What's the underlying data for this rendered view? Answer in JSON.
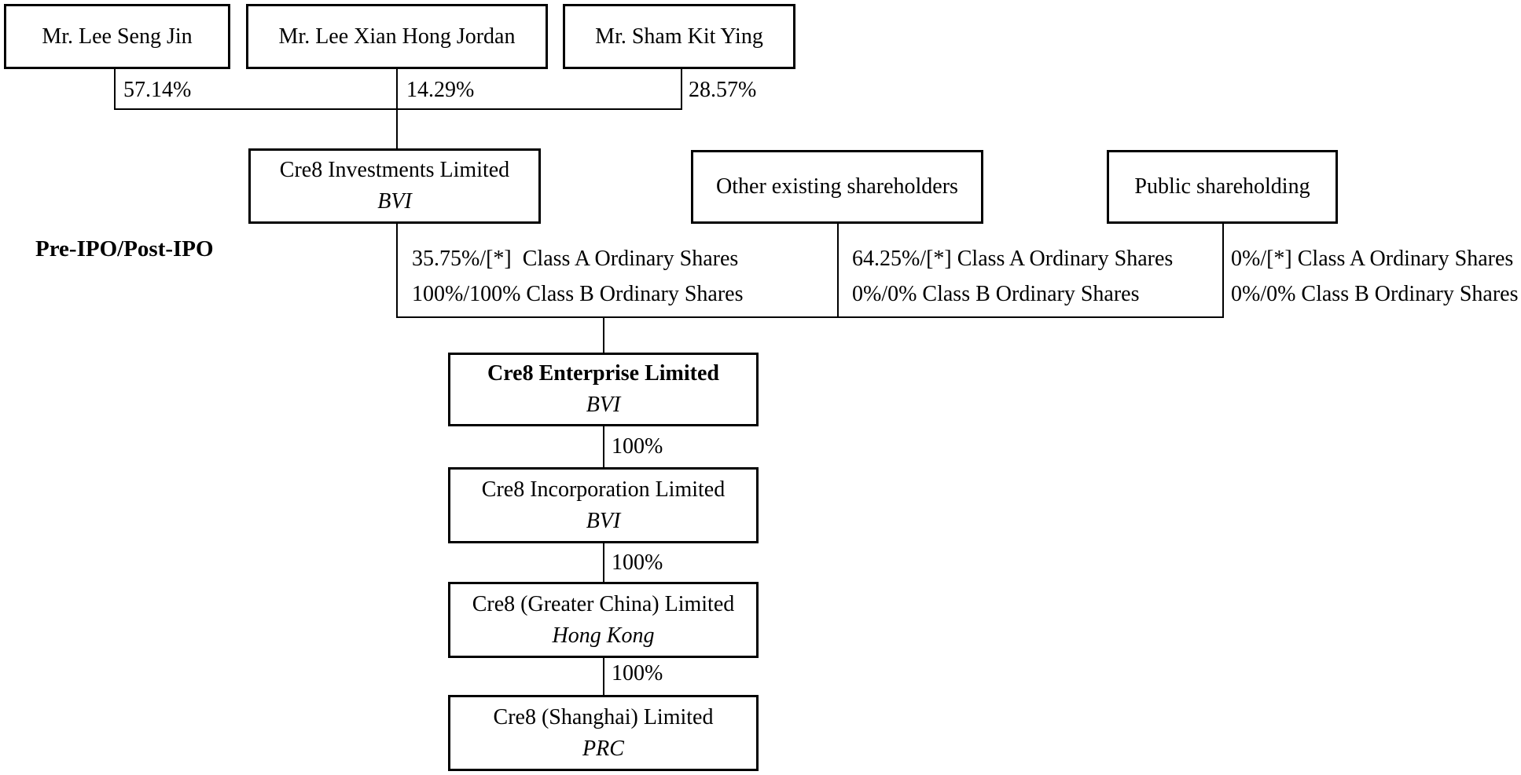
{
  "people": [
    {
      "name": "Mr. Lee Seng Jin",
      "ownership": "57.14%"
    },
    {
      "name": "Mr. Lee Xian Hong Jordan",
      "ownership": "14.29%"
    },
    {
      "name": "Mr. Sham Kit Ying",
      "ownership": "28.57%"
    }
  ],
  "pre_post_ipo_label": "Pre-IPO/Post-IPO",
  "shareholders": [
    {
      "name": "Cre8 Investments Limited",
      "jurisdiction": "BVI",
      "class_a": "35.75%/[*]  Class A Ordinary Shares",
      "class_b": "100%/100% Class B Ordinary Shares"
    },
    {
      "name": "Other existing shareholders",
      "class_a": "64.25%/[*] Class A Ordinary Shares",
      "class_b": "0%/0% Class B Ordinary Shares"
    },
    {
      "name": "Public shareholding",
      "class_a": "0%/[*] Class A Ordinary Shares",
      "class_b": "0%/0% Class B Ordinary Shares"
    }
  ],
  "subsidiaries": [
    {
      "name": "Cre8 Enterprise Limited",
      "jurisdiction": "BVI"
    },
    {
      "ownership": "100%",
      "name": "Cre8 Incorporation Limited",
      "jurisdiction": "BVI"
    },
    {
      "ownership": "100%",
      "name": "Cre8 (Greater China) Limited",
      "jurisdiction": "Hong Kong"
    },
    {
      "ownership": "100%",
      "name": "Cre8 (Shanghai) Limited",
      "jurisdiction": "PRC"
    }
  ]
}
